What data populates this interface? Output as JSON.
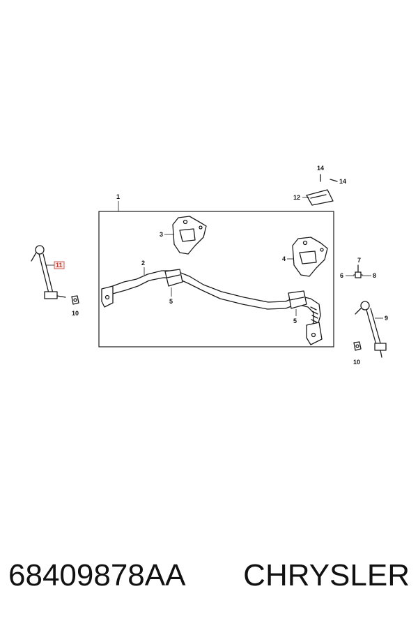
{
  "diagram": {
    "callouts": {
      "c1": "1",
      "c2": "2",
      "c3": "3",
      "c4": "4",
      "c5a": "5",
      "c5b": "5",
      "c6": "6",
      "c7": "7",
      "c8": "8",
      "c9": "9",
      "c10a": "10",
      "c10b": "10",
      "c11": "11",
      "c12": "12",
      "c14a": "14",
      "c14b": "14"
    }
  },
  "footer": {
    "part_number": "68409878AA",
    "brand": "CHRYSLER"
  }
}
